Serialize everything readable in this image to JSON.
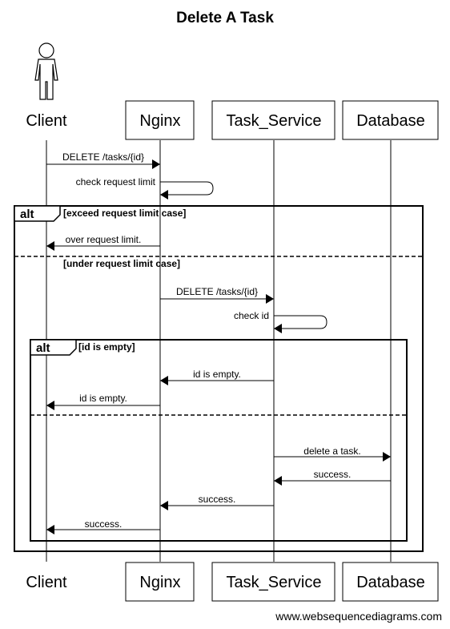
{
  "title": "Delete A Task",
  "participants": [
    {
      "id": "client",
      "label": "Client",
      "kind": "actor"
    },
    {
      "id": "nginx",
      "label": "Nginx",
      "kind": "box"
    },
    {
      "id": "task_service",
      "label": "Task_Service",
      "kind": "box"
    },
    {
      "id": "database",
      "label": "Database",
      "kind": "box"
    }
  ],
  "messages": [
    {
      "from": "client",
      "to": "nginx",
      "label": "DELETE /tasks/{id}"
    },
    {
      "from": "nginx",
      "to": "nginx",
      "label": "check request limit"
    },
    {
      "from": "nginx",
      "to": "client",
      "label": "over request limit."
    },
    {
      "from": "nginx",
      "to": "task_service",
      "label": "DELETE /tasks/{id}"
    },
    {
      "from": "task_service",
      "to": "task_service",
      "label": "check id"
    },
    {
      "from": "task_service",
      "to": "nginx",
      "label": "id is empty."
    },
    {
      "from": "nginx",
      "to": "client",
      "label": "id is empty."
    },
    {
      "from": "task_service",
      "to": "database",
      "label": "delete a task."
    },
    {
      "from": "database",
      "to": "task_service",
      "label": "success."
    },
    {
      "from": "task_service",
      "to": "nginx",
      "label": "success."
    },
    {
      "from": "nginx",
      "to": "client",
      "label": "success."
    }
  ],
  "fragments": [
    {
      "operator": "alt",
      "guards": [
        "[exceed request limit case]",
        "[under request limit case]"
      ]
    },
    {
      "operator": "alt",
      "guards": [
        "[id is empty]"
      ]
    }
  ],
  "footer": "www.websequencediagrams.com"
}
